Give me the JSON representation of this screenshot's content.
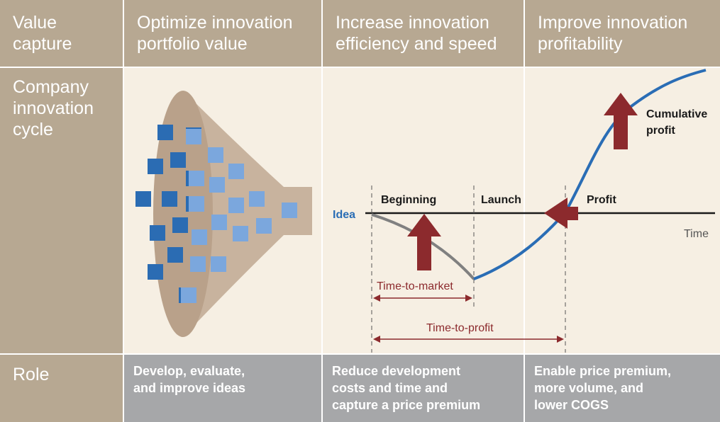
{
  "header": {
    "col0": "Value\ncapture",
    "col1": "Optimize innovation\nportfolio value",
    "col2": "Increase innovation\nefficiency and speed",
    "col3": "Improve innovation\nprofitability"
  },
  "cycle_label": "Company\ninnovation\ncycle",
  "role_label": "Role",
  "roles": {
    "col1": "Develop, evaluate,\nand improve ideas",
    "col2": "Reduce development\ncosts and time and\ncapture a price premium",
    "col3": "Enable price premium,\nmore volume, and\nlower COGS"
  },
  "diagram": {
    "idea": "Idea",
    "beginning": "Beginning",
    "launch": "Launch",
    "profit": "Profit",
    "time": "Time",
    "cumulative_profit": "Cumulative\nprofit",
    "time_to_market": "Time-to-market",
    "time_to_profit": "Time-to-profit"
  },
  "colors": {
    "tan": "#b7a892",
    "cream": "#f6efe3",
    "gray": "#a6a7a9",
    "arrow_red": "#8c2a2d",
    "line_blue": "#2a6db5",
    "line_gray": "#808080"
  }
}
